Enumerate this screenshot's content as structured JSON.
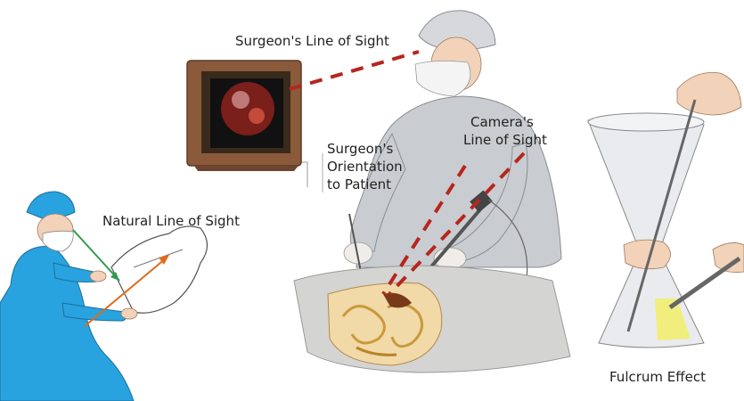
{
  "labels": {
    "surgeon_line_of_sight": "Surgeon's Line of Sight",
    "camera_line_of_sight_1": "Camera's",
    "camera_line_of_sight_2": "Line of Sight",
    "surgeon_orientation_1": "Surgeon's",
    "surgeon_orientation_2": "Orientation",
    "surgeon_orientation_3": "to Patient",
    "natural_line_of_sight": "Natural Line of Sight",
    "fulcrum_effect": "Fulcrum Effect"
  },
  "colors": {
    "sight_line": "#b5261e",
    "scrub_blue": "#29a3df",
    "green_arrow": "#2e9b4f",
    "orange_arrow": "#e06a1c",
    "monitor_frame": "#8a5a3b",
    "gown": "#c9ccd0",
    "skin": "#f2d2b8"
  }
}
